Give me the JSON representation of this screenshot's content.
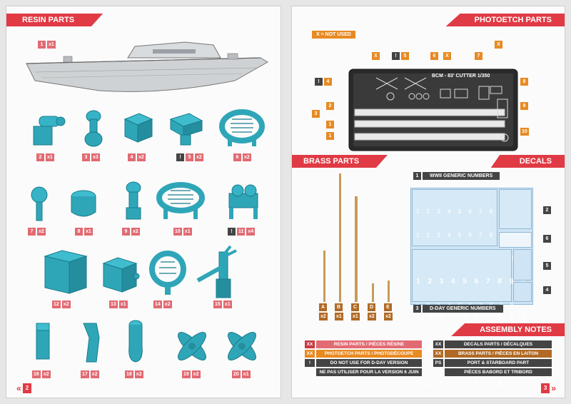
{
  "left_page": {
    "title": "RESIN PARTS",
    "page_num": "2",
    "hull": {
      "num": "1",
      "qty": "x1"
    },
    "parts": [
      {
        "num": "2",
        "qty": "x1"
      },
      {
        "num": "3",
        "qty": "x3"
      },
      {
        "num": "4",
        "qty": "x2"
      },
      {
        "num": "5",
        "qty": "x2",
        "flag": "!"
      },
      {
        "num": "6",
        "qty": "x2"
      },
      {
        "num": "7",
        "qty": "x2"
      },
      {
        "num": "8",
        "qty": "x1"
      },
      {
        "num": "9",
        "qty": "x2"
      },
      {
        "num": "10",
        "qty": "x1"
      },
      {
        "num": "11",
        "qty": "x4",
        "flag": "!"
      },
      {
        "num": "12",
        "qty": "x2"
      },
      {
        "num": "13",
        "qty": "x1"
      },
      {
        "num": "14",
        "qty": "x2"
      },
      {
        "num": "15",
        "qty": "x1"
      },
      {
        "num": "16",
        "qty": "x2"
      },
      {
        "num": "17",
        "qty": "x2"
      },
      {
        "num": "18",
        "qty": "x2"
      },
      {
        "num": "19",
        "qty": "x2"
      },
      {
        "num": "20",
        "qty": "x1"
      }
    ]
  },
  "right_page": {
    "photoetch": {
      "title": "PHOTOETCH PARTS",
      "not_used_tag": "X = NOT USED",
      "fret_label": "BCM - 83' CUTTER 1/350",
      "x_mark": "X",
      "flag_mark": "!",
      "callouts": [
        "5",
        "6",
        "7",
        "4",
        "8",
        "2",
        "3",
        "9",
        "1",
        "1",
        "10"
      ]
    },
    "brass": {
      "title": "BRASS PARTS",
      "rods": [
        {
          "letter": "A",
          "qty": "x2"
        },
        {
          "letter": "B",
          "qty": "x1"
        },
        {
          "letter": "C",
          "qty": "x1"
        },
        {
          "letter": "D",
          "qty": "x2"
        },
        {
          "letter": "E",
          "qty": "x2"
        }
      ]
    },
    "decals": {
      "title": "DECALS",
      "sheet1": {
        "num": "1",
        "label": "WWII GENERIC NUMBERS"
      },
      "sheet3": {
        "num": "3",
        "label": "D-DAY GENERIC NUMBERS"
      },
      "side_nums": [
        "2",
        "6",
        "5",
        "4"
      ],
      "digits_row": "1 2 3 4 5 6 7 8 9 0"
    },
    "assembly_notes": {
      "title": "ASSEMBLY NOTES",
      "rows": [
        {
          "code": "XX",
          "text": "RESIN PARTS / PIÈCES RÉSINE"
        },
        {
          "code": "XX",
          "text": "PHOTOETCH PARTS / PHOTODÉCOUPE"
        },
        {
          "code": "!",
          "text": "DO NOT USE FOR D-DAY VERSION"
        },
        {
          "code": "",
          "text": "NE PAS UTILISER POUR LA VERSION 6 JUIN"
        },
        {
          "code": "XX",
          "text": "DECALS PARTS / DÉCALQUES"
        },
        {
          "code": "XX",
          "text": "BRASS PARTS / PIÈCES EN LAITON"
        },
        {
          "code": "PS",
          "text": "PORT & STARBOARD PART"
        },
        {
          "code": "",
          "text": "PIÈCES BABORD ET TRIBORD"
        }
      ]
    },
    "page_num": "3"
  },
  "colors": {
    "accent": "#e03a45",
    "resin": "#2fa6b8",
    "photoetch_tag": "#e88a22",
    "brass": "#c99a5a",
    "decal": "#cfe4f4"
  }
}
